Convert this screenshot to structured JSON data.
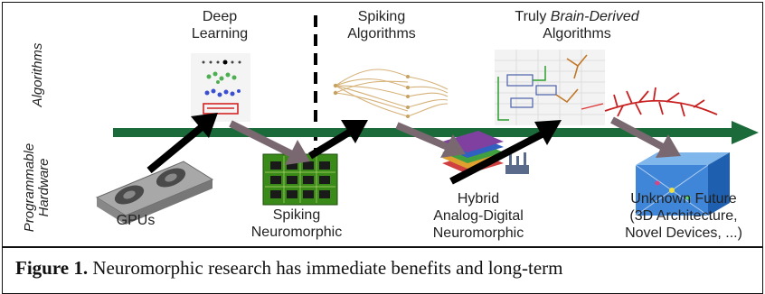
{
  "axes": {
    "algorithms": "Algorithms",
    "hardware_line1": "Programmable",
    "hardware_line2": "Hardware"
  },
  "algorithms": {
    "deep_learning": [
      "Deep",
      "Learning"
    ],
    "spiking": [
      "Spiking",
      "Algorithms"
    ],
    "brain_derived_prefix": "Truly ",
    "brain_derived_emph": "Brain-Derived",
    "brain_derived_line2": "Algorithms"
  },
  "hardware": {
    "gpus": "GPUs",
    "spiking_neuromorphic": [
      "Spiking",
      "Neuromorphic"
    ],
    "hybrid": [
      "Hybrid",
      "Analog-Digital",
      "Neuromorphic"
    ],
    "unknown": [
      "Unknown Future",
      "(3D Architecture,",
      "Novel Devices, ...)"
    ]
  },
  "caption": {
    "label": "Figure 1.",
    "text": " Neuromorphic research has immediate benefits and long-term"
  },
  "colors": {
    "timeline": "#1b6b3a",
    "black_arrow": "#000000",
    "gray_arrow": "#7a6870",
    "chip_green": "#3a8a1a"
  }
}
